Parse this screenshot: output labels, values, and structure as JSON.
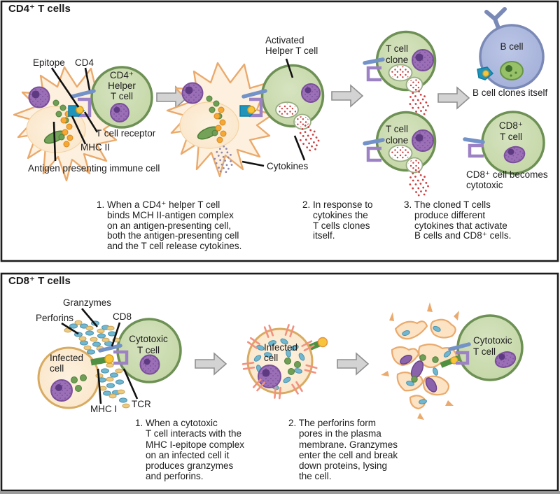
{
  "cd4_panel": {
    "title": "CD4⁺ T cells",
    "labels": {
      "epitope": "Epitope",
      "cd4": "CD4",
      "helper_t_cell": "CD4⁺\nHelper\nT cell",
      "t_cell_receptor": "T cell receptor",
      "mhc_ii": "MHC II",
      "antigen_presenting_cell": "Antigen presenting immune cell",
      "activated_helper": "Activated\nHelper T cell",
      "cytokines": "Cytokines",
      "t_cell_clone_top": "T cell\nclone",
      "t_cell_clone_bottom": "T cell\nclone",
      "b_cell": "B cell",
      "b_cell_clones_itself": "B cell clones itself",
      "cd8_t_cell": "CD8⁺\nT cell",
      "cd8_becomes_cytotoxic": "CD8⁺ cell becomes\ncytotoxic"
    },
    "steps": {
      "step1": "1. When a CD4⁺ helper T cell\nbinds MCH II-antigen complex\non an antigen-presenting cell,\nboth the antigen-presenting cell\nand the T cell release cytokines.",
      "step2": "2. In response to\ncytokines the\nT cells clones\nitself.",
      "step3": "3. The cloned T cells\nproduce different\ncytokines that activate\nB cells and CD8⁺ cells."
    }
  },
  "cd8_panel": {
    "title": "CD8⁺ T cells",
    "labels": {
      "granzymes": "Granzymes",
      "perforins": "Perforins",
      "cd8": "CD8",
      "cytotoxic_t_cell_1": "Cytotoxic\nT cell",
      "infected_cell_1": "Infected\ncell",
      "mhc_i": "MHC I",
      "tcr": "TCR",
      "infected_cell_2": "Infected\ncell",
      "cytotoxic_t_cell_2": "Cytotoxic\nT cell"
    },
    "steps": {
      "step1": "1. When a cytotoxic\nT cell interacts with the\nMHC I-epitope complex\non an infected cell it\nproduces granzymes\nand perforins.",
      "step2": "2. The perforins form\npores in the plasma\nmembrane. Granzymes\nenter the cell and break\ndown proteins, lysing\nthe cell."
    }
  },
  "colors": {
    "t_cell_fill": "#cbdcae",
    "t_cell_border": "#6d9054",
    "nucleus_purple": "#9b6fb6",
    "apc_fill": "#fdf0de",
    "apc_border": "#eaaa6d",
    "b_cell_fill": "#aab6dd",
    "b_cell_border": "#7a89b5",
    "mhc_teal": "#2095bc",
    "epitope_yellow": "#f7c53c",
    "cd4_cd8_rod_blue": "#7392c8",
    "tcr_purple": "#9c82c4",
    "cytokine_red": "#cc4040",
    "cytokine_purple": "#9187ad",
    "granzyme_blue": "#72b7d0",
    "perforin_gold": "#ecca7e",
    "mhc1_green": "#4f9140",
    "arrow_gray": "#d3d3d3"
  }
}
